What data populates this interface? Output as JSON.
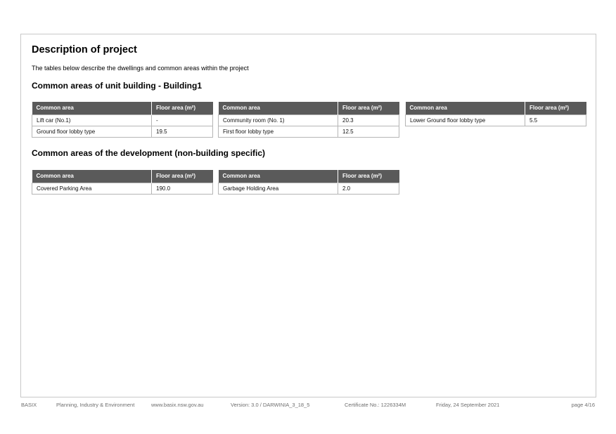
{
  "title": "Description of project",
  "intro": "The tables below describe the dwellings and common areas within the project",
  "building_section": {
    "heading": "Common areas of unit building - Building1",
    "col_area": "Common area",
    "col_floor": "Floor area (m²)",
    "tables": [
      {
        "rows": [
          {
            "area": "Lift car (No.1)",
            "floor": "-"
          },
          {
            "area": "Ground floor lobby type",
            "floor": "19.5"
          }
        ]
      },
      {
        "rows": [
          {
            "area": "Community room (No. 1)",
            "floor": "20.3"
          },
          {
            "area": "First floor lobby type",
            "floor": "12.5"
          }
        ]
      },
      {
        "rows": [
          {
            "area": "Lower Ground floor lobby type",
            "floor": "5.5"
          }
        ]
      }
    ]
  },
  "development_section": {
    "heading": "Common areas of the development (non-building specific)",
    "col_area": "Common area",
    "col_floor": "Floor area (m²)",
    "tables": [
      {
        "rows": [
          {
            "area": "Covered Parking Area",
            "floor": "190.0"
          }
        ]
      },
      {
        "rows": [
          {
            "area": "Garbage Holding Area",
            "floor": "2.0"
          }
        ]
      }
    ]
  },
  "footer": {
    "basix": "BASIX",
    "department": "Planning, Industry & Environment",
    "website": "www.basix.nsw.gov.au",
    "version": "Version: 3.0 / DARWINIA_3_18_5",
    "certificate": "Certificate No.: 1226334M",
    "date": "Friday, 24 September 2021",
    "page": "page 4/16"
  }
}
